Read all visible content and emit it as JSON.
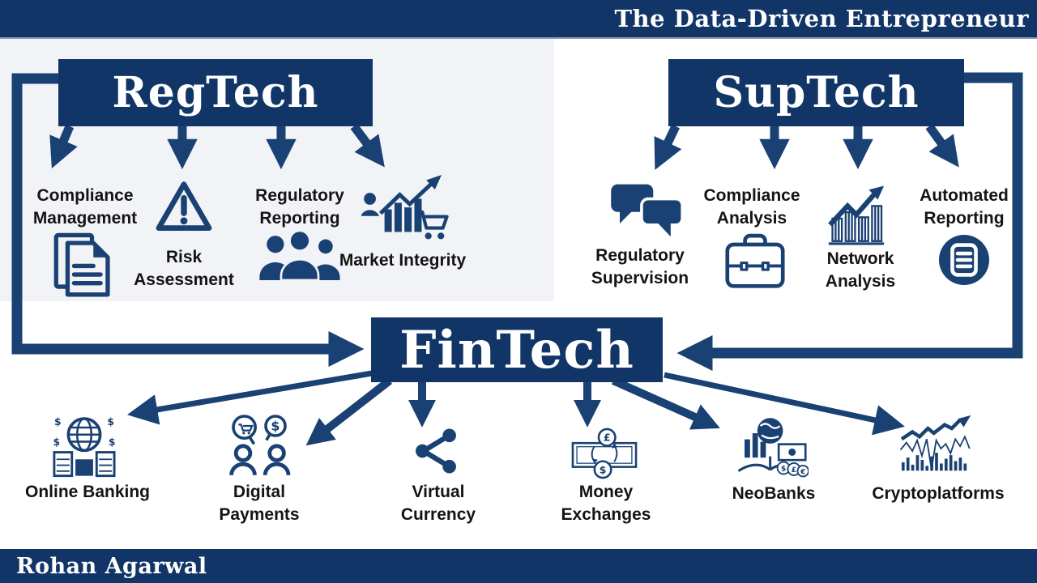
{
  "header": {
    "title": "The Data-Driven Entrepreneur"
  },
  "footer": {
    "author": "Rohan Agarwal"
  },
  "colors": {
    "navy_box": "#123567",
    "navy_arrow": "#1a4173",
    "panel_gray": "#f1f3f7",
    "label_text": "#141414",
    "white": "#ffffff"
  },
  "nodes": {
    "regtech": {
      "label": "RegTech",
      "items": [
        {
          "label": "Compliance Management",
          "icon": "documents-icon"
        },
        {
          "label": "Risk Assessment",
          "icon": "warning-triangle-icon"
        },
        {
          "label": "Regulatory Reporting",
          "icon": "people-group-icon"
        },
        {
          "label": "Market Integrity",
          "icon": "market-chart-cart-icon"
        }
      ]
    },
    "suptech": {
      "label": "SupTech",
      "items": [
        {
          "label": "Regulatory Supervision",
          "icon": "chat-bubbles-icon"
        },
        {
          "label": "Compliance Analysis",
          "icon": "briefcase-icon"
        },
        {
          "label": "Network Analysis",
          "icon": "growth-chart-icon"
        },
        {
          "label": "Automated Reporting",
          "icon": "report-circle-icon"
        }
      ]
    },
    "fintech": {
      "label": "FinTech",
      "items": [
        {
          "label": "Online Banking",
          "icon": "globe-bank-icon"
        },
        {
          "label": "Digital Payments",
          "icon": "payment-people-icon"
        },
        {
          "label": "Virtual Currency",
          "icon": "share-network-icon"
        },
        {
          "label": "Money Exchanges",
          "icon": "currency-exchange-icon"
        },
        {
          "label": "NeoBanks",
          "icon": "neobank-icon"
        },
        {
          "label": "Cryptoplatforms",
          "icon": "crypto-chart-icon"
        }
      ]
    }
  }
}
